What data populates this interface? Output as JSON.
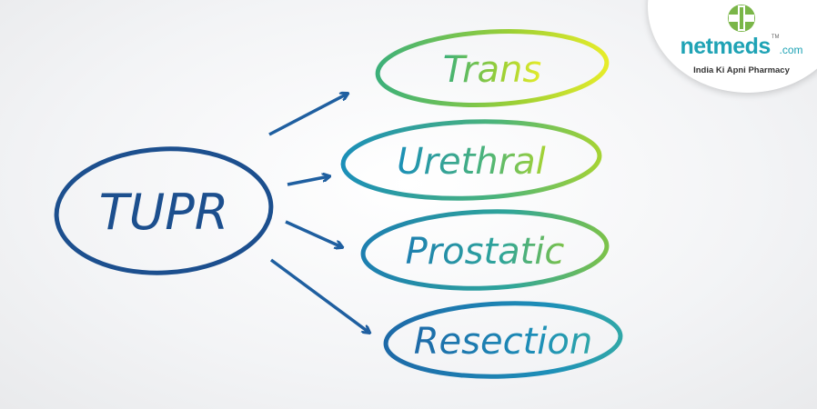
{
  "diagram": {
    "center": "TUPR",
    "items": [
      "Trans",
      "Urethral",
      "Prostatic",
      "Resection"
    ]
  },
  "logo": {
    "brand": "netmeds",
    "suffix": ".com",
    "tm": "TM",
    "tagline": "India Ki Apni Pharmacy"
  },
  "colors": {
    "blue": "#1c4f8e",
    "teal": "#1b8fb8",
    "green": "#7cbf3a",
    "yellow": "#e4ea2a",
    "logo_teal": "#1fa3b5",
    "logo_green": "#7ab648"
  }
}
